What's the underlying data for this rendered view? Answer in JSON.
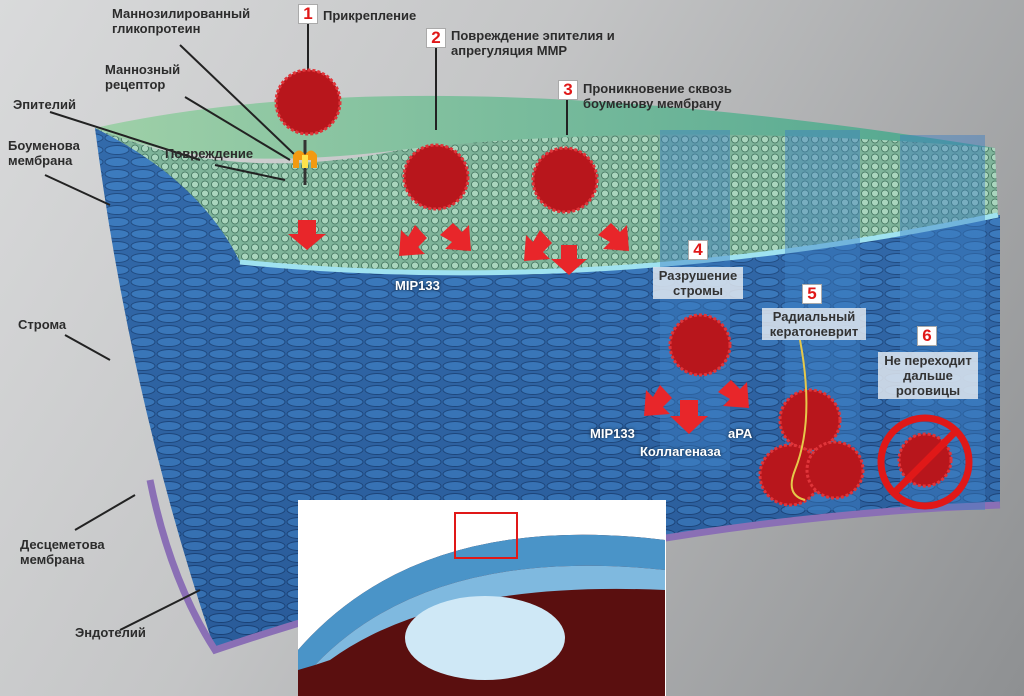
{
  "left_labels": {
    "glycoprotein": "Маннозилированный гликопротеин",
    "receptor": "Маннозный рецептор",
    "epithelium": "Эпителий",
    "bowman": "Боуменова мембрана",
    "damage": "Повреждение",
    "stroma": "Строма",
    "descemet": "Десцеметова мембрана",
    "endothelium": "Эндотелий"
  },
  "steps": [
    {
      "number": "1",
      "label": "Прикрепление"
    },
    {
      "number": "2",
      "label": "Повреждение эпителия и апрегуляция ММР"
    },
    {
      "number": "3",
      "label": "Проникновение сквозь боуменову мембрану"
    },
    {
      "number": "4",
      "label": "Разрушение стромы"
    },
    {
      "number": "5",
      "label": "Радиальный кератоневрит"
    },
    {
      "number": "6",
      "label": "Не переходит дальше роговицы"
    }
  ],
  "secretions": {
    "mip133_a": "MIP133",
    "mip133_b": "MIP133",
    "collagenase": "Коллагеназа",
    "apa": "aPA"
  },
  "colors": {
    "parasite": "#c0151b",
    "arrow": "#e8262a",
    "stroma": "#2f5f9e",
    "epithelium": "#8fc7a8",
    "background": "#c4c5c6"
  }
}
